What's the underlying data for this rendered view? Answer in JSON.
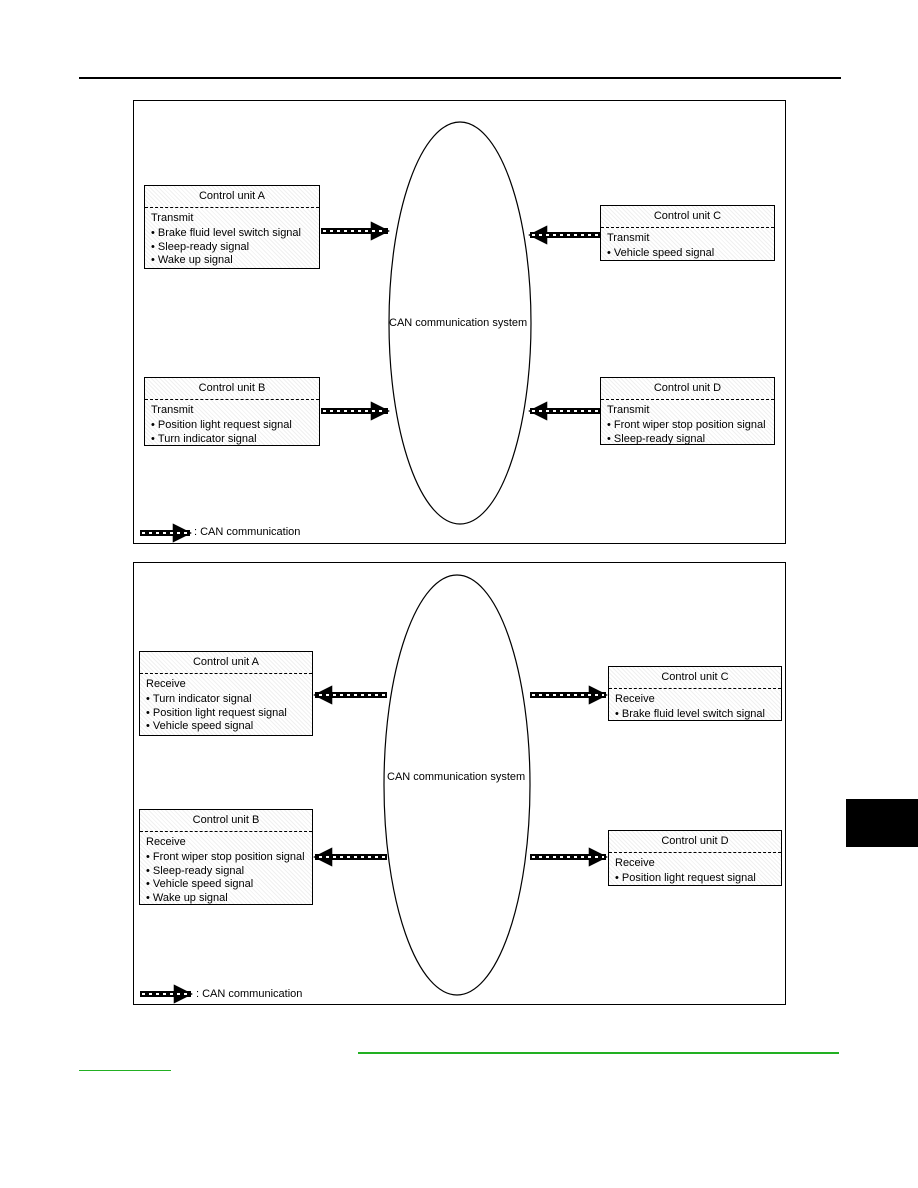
{
  "transmit_diagram": {
    "system_label": "CAN communication system",
    "legend_label": ": CAN communication",
    "units": [
      {
        "title": "Control unit A",
        "mode": "Transmit",
        "signals": [
          "Brake fluid level switch signal",
          "Sleep-ready signal",
          "Wake up signal"
        ]
      },
      {
        "title": "Control unit B",
        "mode": "Transmit",
        "signals": [
          "Position light request signal",
          "Turn indicator signal"
        ]
      },
      {
        "title": "Control unit C",
        "mode": "Transmit",
        "signals": [
          "Vehicle speed signal"
        ]
      },
      {
        "title": "Control unit D",
        "mode": "Transmit",
        "signals": [
          "Front wiper stop position signal",
          "Sleep-ready signal"
        ]
      }
    ]
  },
  "receive_diagram": {
    "system_label": "CAN communication system",
    "legend_label": ": CAN communication",
    "units": [
      {
        "title": "Control unit A",
        "mode": "Receive",
        "signals": [
          "Turn indicator signal",
          "Position light request signal",
          "Vehicle speed signal"
        ]
      },
      {
        "title": "Control unit B",
        "mode": "Receive",
        "signals": [
          "Front wiper stop position signal",
          "Sleep-ready signal",
          "Vehicle speed signal",
          "Wake up signal"
        ]
      },
      {
        "title": "Control unit C",
        "mode": "Receive",
        "signals": [
          "Brake fluid level switch signal"
        ]
      },
      {
        "title": "Control unit D",
        "mode": "Receive",
        "signals": [
          "Position light request signal"
        ]
      }
    ]
  },
  "colors": {
    "link_green": "#22b022",
    "ink": "#000000"
  }
}
